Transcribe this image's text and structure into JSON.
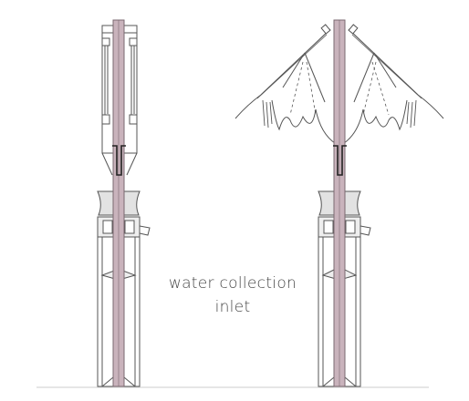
{
  "label": {
    "line1": "water collection",
    "line2": "inlet"
  },
  "colors": {
    "outline": "#555555",
    "shaft": "#c9b3bc",
    "tube_fill": "#eeeeee",
    "cuff_fill": "#e2e2e2",
    "sleeve": "#a58e97",
    "ground": "#cccccc"
  },
  "elements": {
    "left": "umbrella-closed",
    "right": "umbrella-open"
  }
}
